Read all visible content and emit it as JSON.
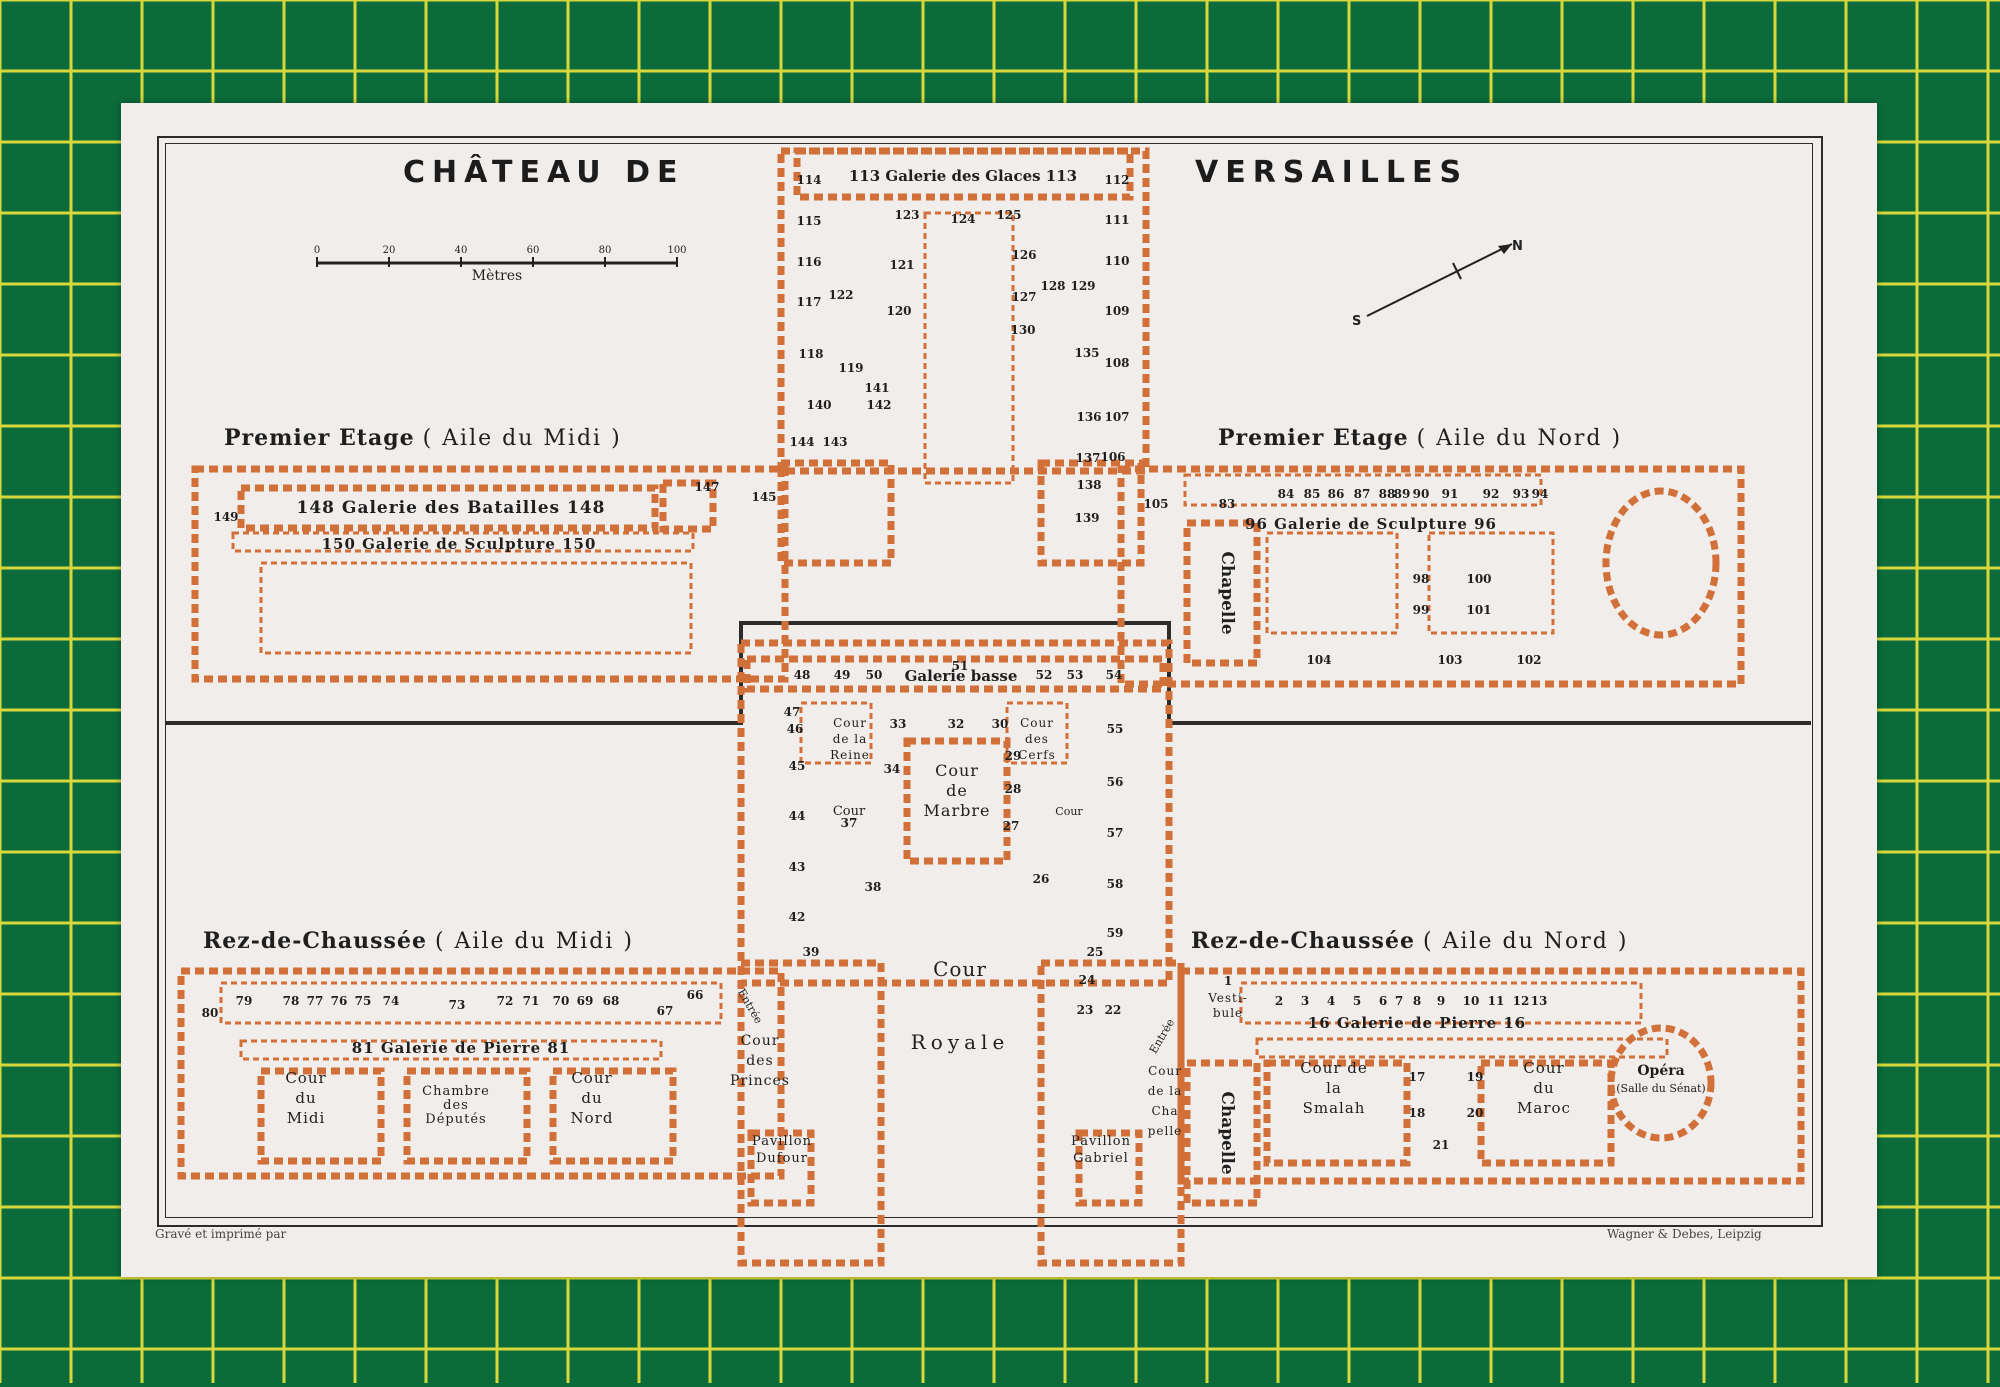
{
  "map": {
    "title_left": "CHÂTEAU DE",
    "title_right": "VERSAILLES",
    "scale": {
      "ticks": [
        "0",
        "20",
        "40",
        "60",
        "80",
        "100"
      ],
      "unit": "Mètres"
    },
    "compass": {
      "north": "N",
      "south": "S"
    },
    "sections": {
      "upper_left": {
        "name": "Premier Etage",
        "wing": "( Aile du Midi )"
      },
      "upper_right": {
        "name": "Premier Etage",
        "wing": "( Aile du Nord )"
      },
      "lower_left": {
        "name": "Rez-de-Chaussée",
        "wing": "( Aile du Midi )"
      },
      "lower_right": {
        "name": "Rez-de-Chaussée",
        "wing": "( Aile du Nord )"
      }
    },
    "footer_left": "Gravé et imprimé par",
    "footer_right": "Wagner & Debes, Leipzig",
    "colors": {
      "plan": "#d2703a",
      "mat": "#0b6b3a",
      "grid": "#d8d83a",
      "paper": "#f0edeb",
      "ink": "#1f1f1f"
    },
    "room_labels": {
      "galerie_glaces": "113 Galerie des Glaces 113",
      "galerie_batailles": "148  Galerie des Batailles  148",
      "galerie_sculpture_midi": "150 Galerie de Sculpture 150",
      "galerie_sculpture_nord": "96 Galerie de Sculpture 96",
      "galerie_basse": "Galerie basse",
      "galerie_pierre_midi": "81 Galerie de Pierre 81",
      "galerie_pierre_nord": "16 Galerie de Pierre 16",
      "chapelle": "Chapelle",
      "cour_marbre": "Cour de Marbre",
      "cour_royale": "Cour Royale",
      "cour_reine": "Cour de la Reine",
      "cour_cerfs": "Cour des Cerfs",
      "cour": "Cour",
      "cour_princes": "Cour des Princes",
      "cour_chapelle": "Cour de la Chapelle",
      "pavillon_dufour": "Pavillon Dufour",
      "pavillon_gabriel": "Pavillon Gabriel",
      "cour_midi": "Cour du Midi",
      "cour_nord": "Cour du Nord",
      "chambre_deputes": "Chambre des Députés",
      "cour_smalah": "Cour de la Smalah",
      "cour_maroc": "Cour du Maroc",
      "opera": "Opéra",
      "salle_senat": "(Salle du Sénat)",
      "vestibule": "Vestibule",
      "entree": "Entrée"
    },
    "room_numbers": {
      "north_top": [
        "114",
        "115",
        "116",
        "117",
        "118",
        "140",
        "144",
        "143",
        "122",
        "119",
        "141",
        "142",
        "123",
        "124",
        "125",
        "121",
        "120",
        "126",
        "127",
        "128",
        "129",
        "130",
        "112",
        "111",
        "110",
        "109",
        "108",
        "107",
        "106",
        "135",
        "136",
        "137",
        "138",
        "139"
      ],
      "upper_midi": [
        "149",
        "147",
        "145"
      ],
      "upper_nord": [
        "105",
        "83",
        "84",
        "85",
        "86",
        "87",
        "88",
        "89",
        "90",
        "91",
        "92",
        "93",
        "94",
        "98",
        "99",
        "100",
        "101",
        "104",
        "103",
        "102"
      ],
      "center": [
        "48",
        "49",
        "50",
        "51",
        "52",
        "53",
        "54",
        "47",
        "46",
        "45",
        "44",
        "43",
        "42",
        "33",
        "32",
        "30",
        "34",
        "29",
        "28",
        "27",
        "26",
        "37",
        "38",
        "55",
        "56",
        "57",
        "58",
        "59",
        "39",
        "25",
        "24",
        "23",
        "22"
      ],
      "lower_midi": [
        "80",
        "79",
        "78",
        "77",
        "76",
        "75",
        "74",
        "73",
        "72",
        "71",
        "70",
        "69",
        "68",
        "67",
        "66"
      ],
      "lower_nord": [
        "1",
        "2",
        "3",
        "4",
        "5",
        "6",
        "7",
        "8",
        "9",
        "10",
        "11",
        "12",
        "13",
        "17",
        "18",
        "19",
        "20",
        "21"
      ]
    }
  }
}
